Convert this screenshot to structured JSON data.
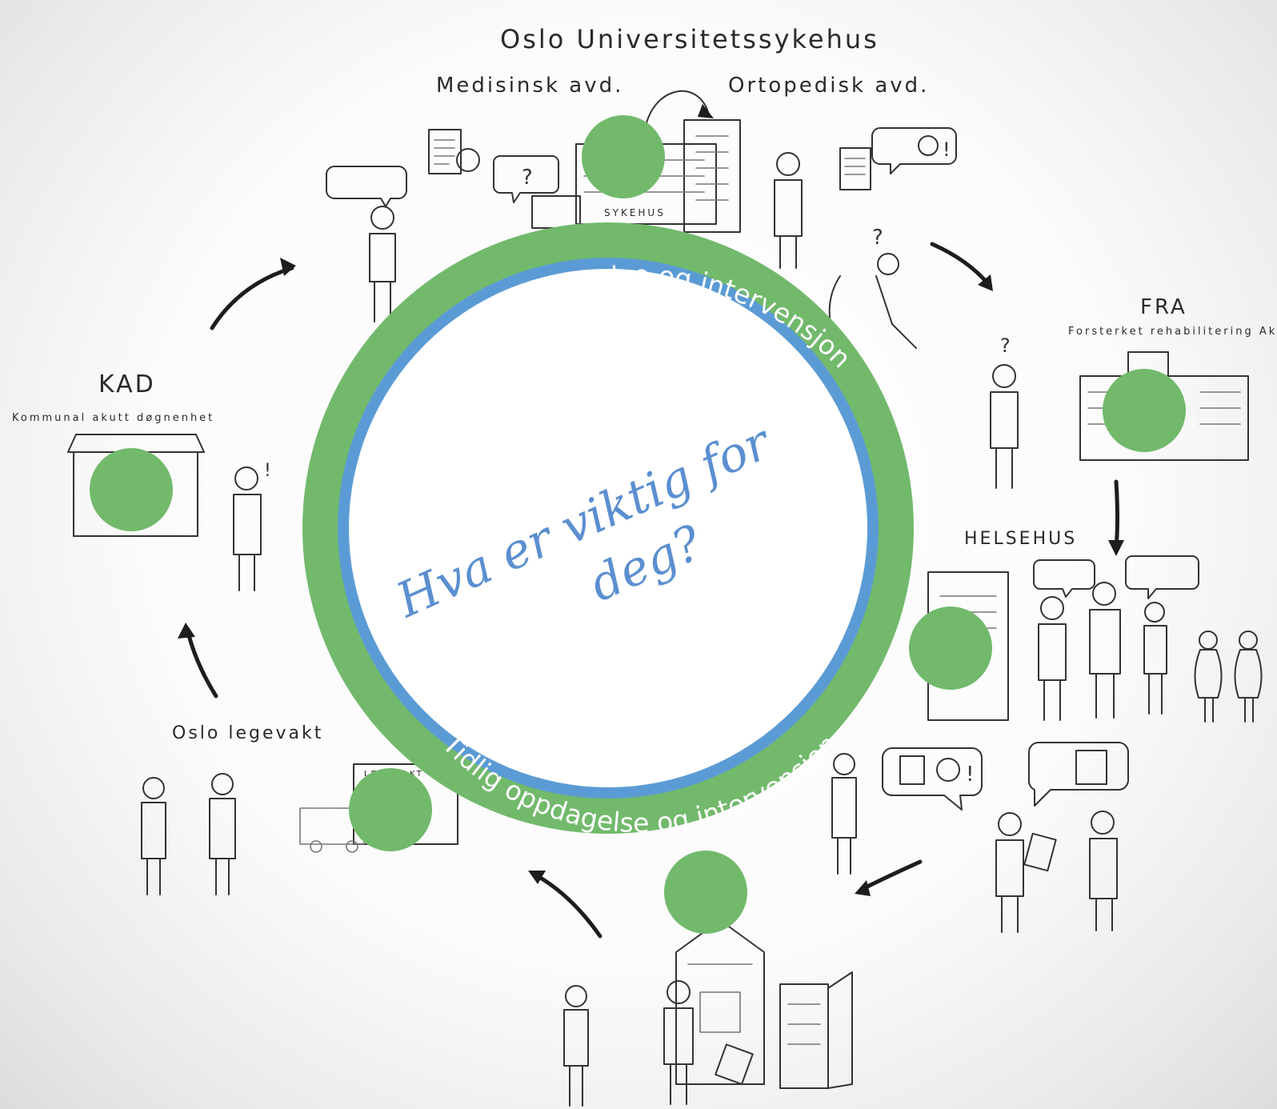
{
  "labels": {
    "hospital_title": "Oslo Universitetssykehus",
    "medisinsk": "Medisinsk avd.",
    "ortopedisk": "Ortopedisk avd.",
    "sykehus_sign": "SYKEHUS",
    "fra_title": "FRA",
    "fra_subtitle": "Forsterket rehabilitering Aker",
    "helsehus": "HELSEHUS",
    "kad_title": "KAD",
    "kad_subtitle": "Kommunal akutt døgnenhet",
    "legevakt": "Oslo legevakt",
    "legevakt_sign": "LEGEVAKT"
  },
  "ring": {
    "top_text": "Tidlig oppdagelse og intervensjon",
    "bottom_text": "Tidlig oppdagelse og intervensjon",
    "center_line1": "Hva er viktig for",
    "center_line2": "deg?"
  },
  "colors": {
    "ring_green": "#72b96c",
    "ring_blue": "#5b9bd5",
    "dot_green": "#72b96c",
    "center_text": "#5b8fd0"
  },
  "icons": [
    "document-icon",
    "speech-bubble-icon",
    "question-mark-icon",
    "clock-icon",
    "exclamation-icon",
    "building-icon",
    "ambulance-icon",
    "refrigerator-icon",
    "person-icon",
    "doctor-icon"
  ]
}
